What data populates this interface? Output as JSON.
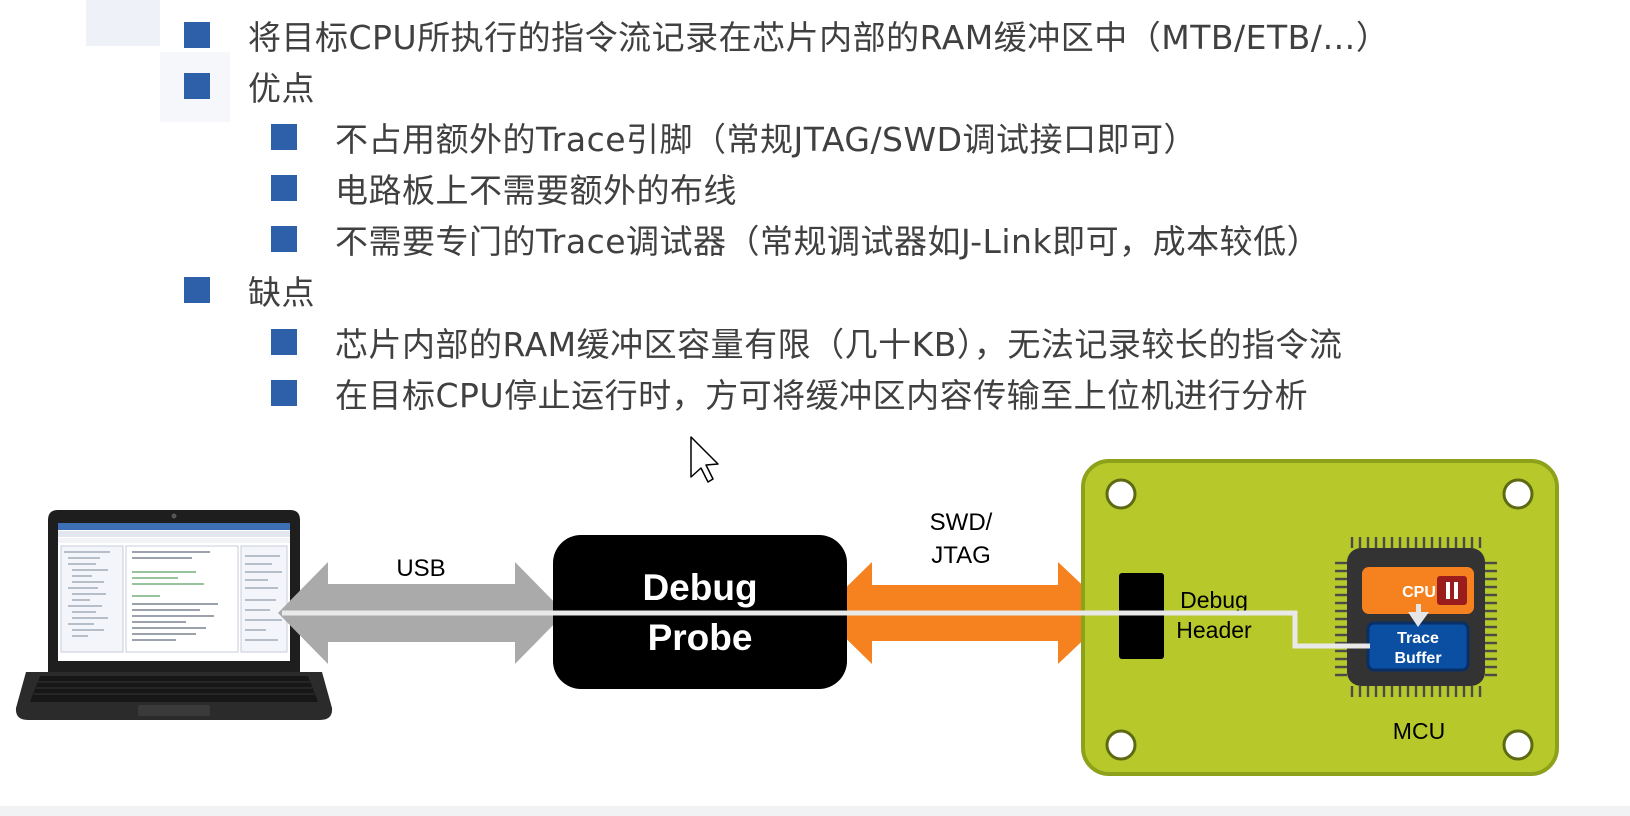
{
  "slide": {
    "bullets": [
      {
        "level": 1,
        "text": "将目标CPU所执行的指令流记录在芯片内部的RAM缓冲区中（MTB/ETB/…）"
      },
      {
        "level": 1,
        "text": "优点"
      },
      {
        "level": 2,
        "text": "不占用额外的Trace引脚（常规JTAG/SWD调试接口即可）"
      },
      {
        "level": 2,
        "text": "电路板上不需要额外的布线"
      },
      {
        "level": 2,
        "text": "不需要专门的Trace调试器（常规调试器如J-Link即可，成本较低）"
      },
      {
        "level": 1,
        "text": "缺点"
      },
      {
        "level": 2,
        "text": "芯片内部的RAM缓冲区容量有限（几十KB），无法记录较长的指令流"
      },
      {
        "level": 2,
        "text": "在目标CPU停止运行时，方可将缓冲区内容传输至上位机进行分析"
      }
    ]
  },
  "diagram": {
    "usb_label": "USB",
    "probe_line1": "Debug",
    "probe_line2": "Probe",
    "swd_line1": "SWD/",
    "swd_line2": "JTAG",
    "header_line1": "Debug",
    "header_line2": "Header",
    "cpu_label": "CPU",
    "buffer_line1": "Trace",
    "buffer_line2": "Buffer",
    "mcu_label": "MCU"
  },
  "icons": {
    "laptop": "laptop-icon",
    "pause": "pause-icon",
    "cursor": "mouse-pointer-icon"
  },
  "colors": {
    "bullet": "#2e5fa9",
    "text": "#404040",
    "board": "#b6c82a",
    "board_border": "#8ea11b",
    "orange": "#f5821f",
    "gray_arrow": "#a9aaa9",
    "probe": "#000000",
    "trace_buffer": "#0b4fa3"
  }
}
